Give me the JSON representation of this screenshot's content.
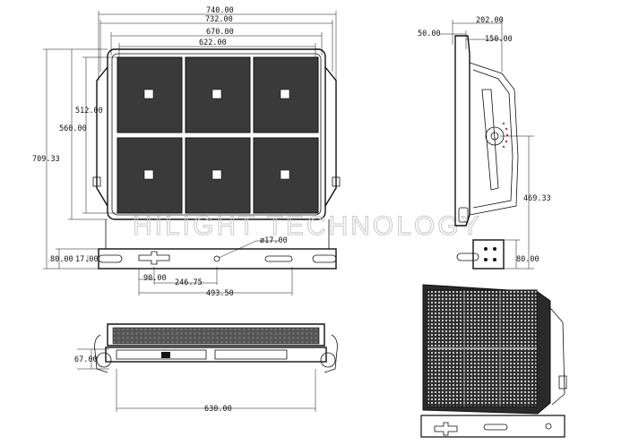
{
  "watermark": "HILIGHT TECHNOLOGY",
  "front_view": {
    "dims": {
      "w740": "740.00",
      "w732": "732.00",
      "w670": "670.00",
      "w622": "622.00",
      "h512": "512.00",
      "h560": "560.00",
      "h709": "709.33",
      "h80": "80.00",
      "h17": "17.00",
      "hole": "ø17.00",
      "b90": "90.00",
      "b246": "246.75",
      "b493": "493.50"
    }
  },
  "side_view": {
    "dims": {
      "d202": "202.00",
      "d50": "50.00",
      "d150": "150.00",
      "h469": "469.33",
      "h80": "80.00"
    }
  },
  "bottom_view": {
    "dims": {
      "h67": "67.00",
      "w630": "630.00"
    }
  }
}
